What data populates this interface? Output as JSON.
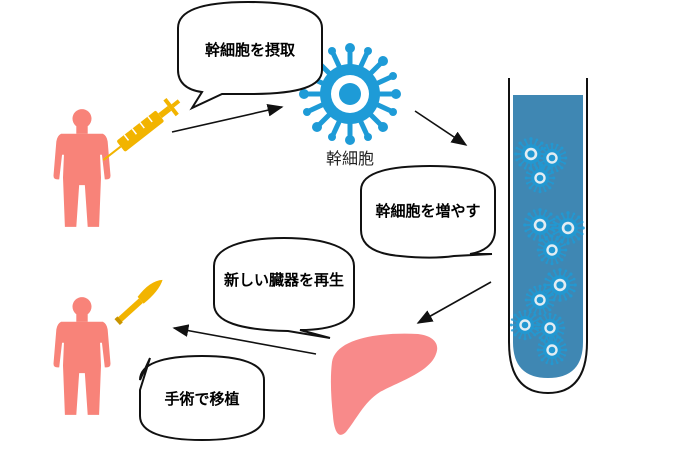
{
  "bubbles": {
    "harvest": "幹細胞を摂取",
    "expand": "幹細胞を増やす",
    "regenerate": "新しい臓器を再生",
    "transplant": "手術で移植"
  },
  "labels": {
    "stem_cell": "幹細胞"
  },
  "colors": {
    "person": "#f88379",
    "syringe": "#f2b400",
    "stem_cell": "#1e9bd7",
    "tube_fill": "#3f87b3",
    "organ": "#f88a8a",
    "knife": "#f2b400"
  },
  "icons": [
    "person-icon",
    "syringe-icon",
    "stem-cell-icon",
    "test-tube-icon",
    "liver-icon",
    "scalpel-icon"
  ]
}
